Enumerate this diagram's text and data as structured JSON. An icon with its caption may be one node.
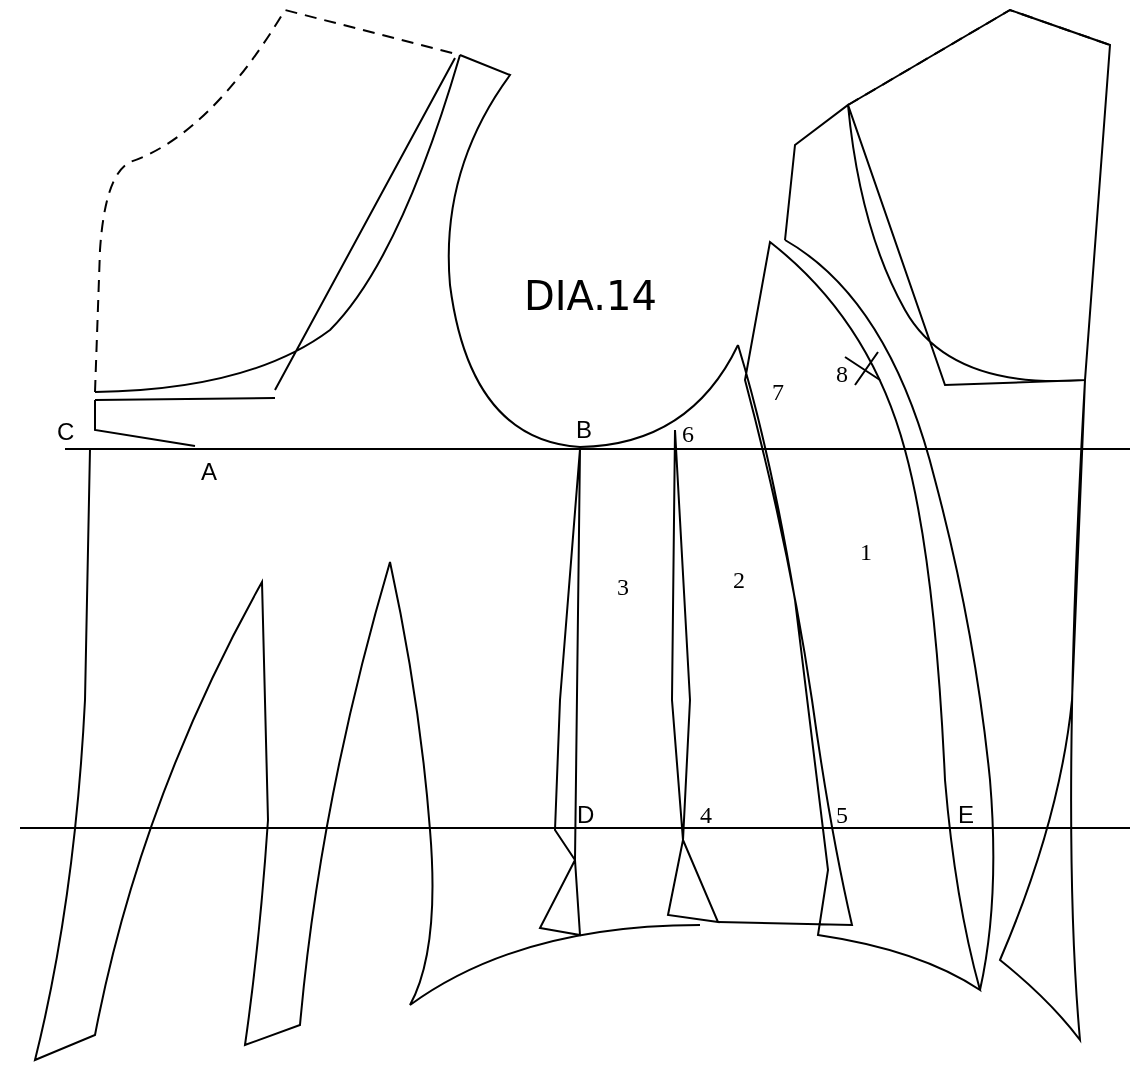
{
  "diagram": {
    "title": "DIA.14",
    "labels": [
      "8",
      "7",
      "C",
      "B",
      "6",
      "A",
      "1",
      "2",
      "3",
      "D",
      "4",
      "5",
      "E"
    ]
  }
}
